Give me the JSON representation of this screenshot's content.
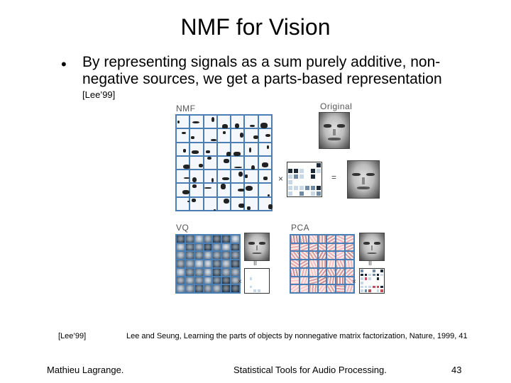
{
  "slide": {
    "title": "NMF for Vision",
    "bullet": "By representing signals as a sum purely additive, non-negative sources, we get a parts-based representation",
    "inline_citation": "[Lee’99]"
  },
  "figure": {
    "nmf_label": "NMF",
    "original_label": "Original",
    "vq_label": "VQ",
    "pca_label": "PCA",
    "times": "×",
    "equals": "=",
    "equals_vertical": "II"
  },
  "footnote": {
    "label": "[Lee’99]",
    "reference": "Lee and Seung, Learning the parts of objects by nonnegative matrix factorization, Nature, 1999, 41"
  },
  "footer": {
    "author": "Mathieu Lagrange.",
    "course": "Statistical Tools for Audio Processing.",
    "page": "43"
  },
  "colors": {
    "grid_line": "#4a7fb5",
    "nmf_bg": "#f4f7fb",
    "vq_bg": "#9fb3c8",
    "pca_bg": "#f3dede",
    "matrix_dark": "#1c2a38",
    "matrix_mid": "#6e8aa6",
    "matrix_light": "#c9d8e6",
    "pca_red": "#c0505a"
  }
}
